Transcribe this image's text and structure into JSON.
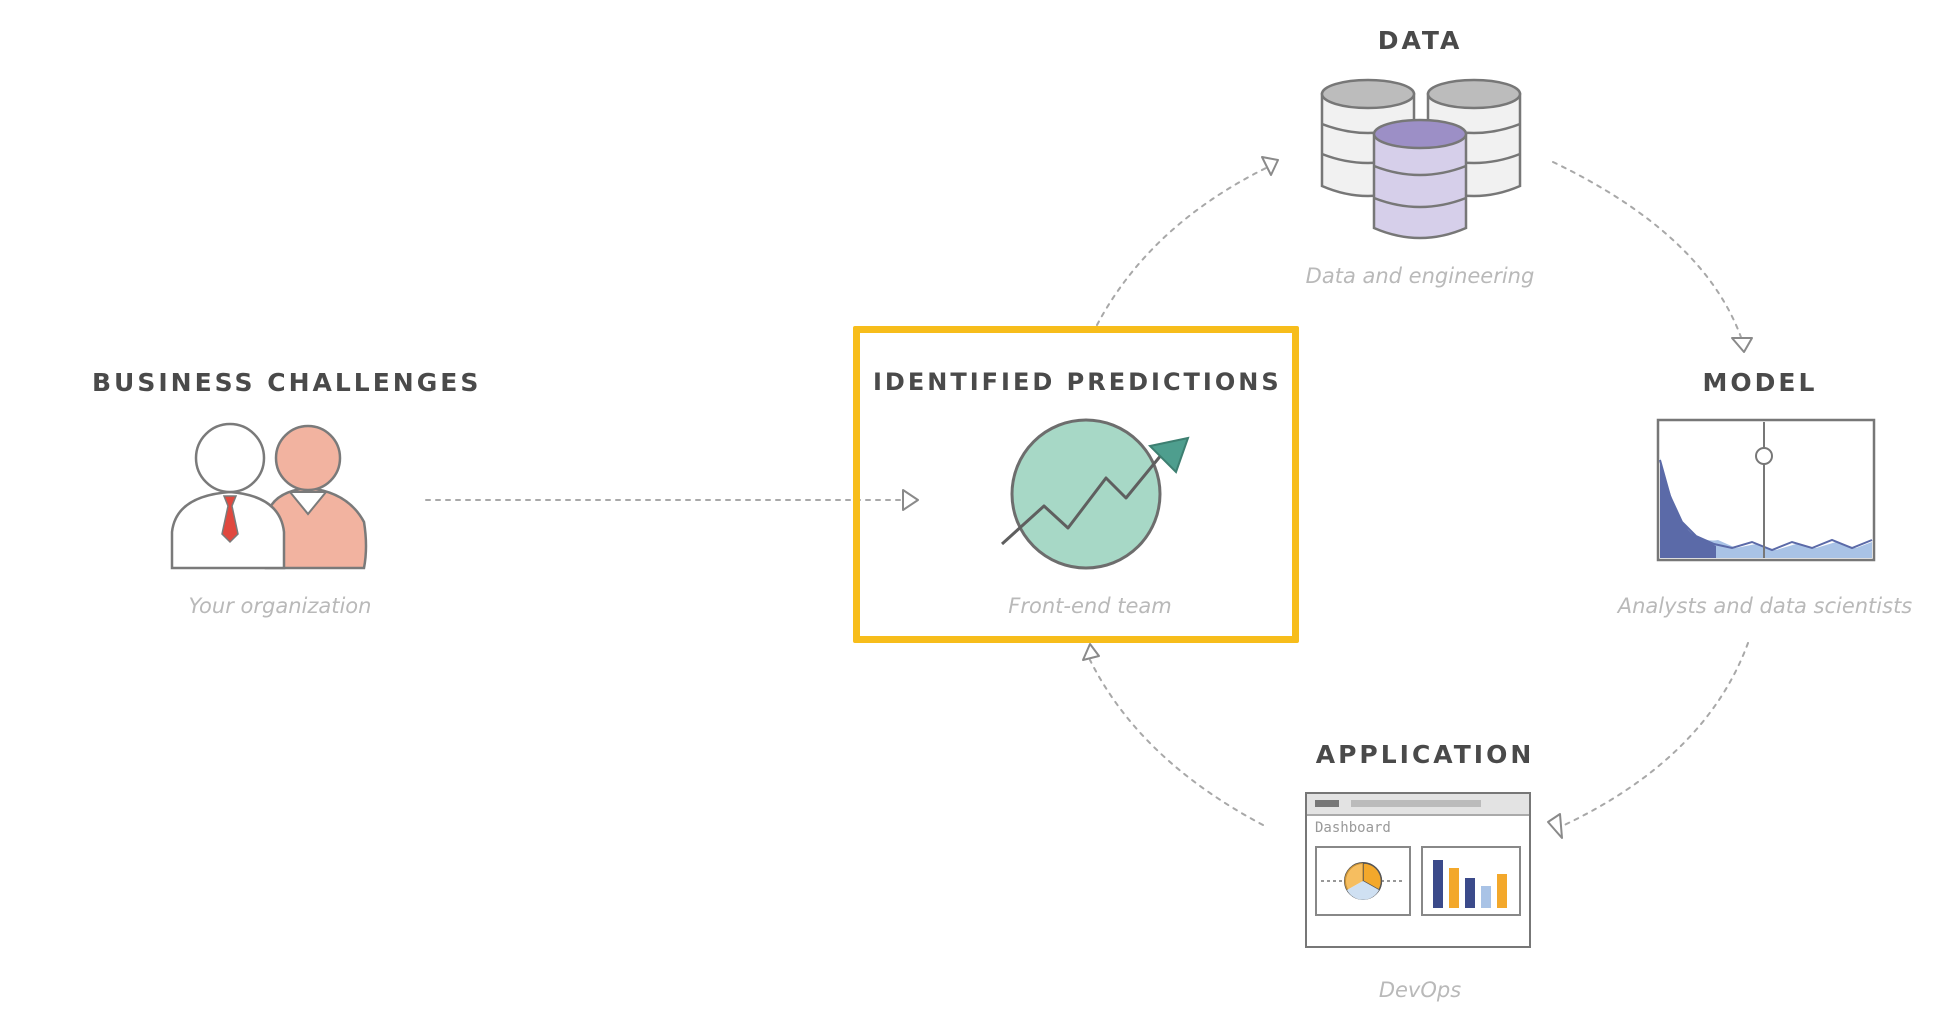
{
  "nodes": {
    "business": {
      "title": "BUSINESS CHALLENGES",
      "caption": "Your organization",
      "icon": "people-icon"
    },
    "predictions": {
      "title": "IDENTIFIED PREDICTIONS",
      "caption": "Front-end team",
      "icon": "growth-chart-icon",
      "highlighted": true
    },
    "data": {
      "title": "DATA",
      "caption": "Data and engineering",
      "icon": "database-icon"
    },
    "model": {
      "title": "MODEL",
      "caption": "Analysts and data scientists",
      "icon": "model-chart-icon"
    },
    "application": {
      "title": "APPLICATION",
      "caption": "DevOps",
      "icon": "dashboard-icon",
      "dashboard_label": "Dashboard"
    }
  },
  "colors": {
    "highlight": "#f7bd1b",
    "title": "#4a4a4a",
    "caption": "#b9b9b9",
    "connector": "#a8a8a8",
    "database_accent": "#b9b0d8",
    "prediction_fill": "#a7d8c6",
    "model_fill": "#5b6aa8",
    "person_accent": "#f2b3a0"
  }
}
